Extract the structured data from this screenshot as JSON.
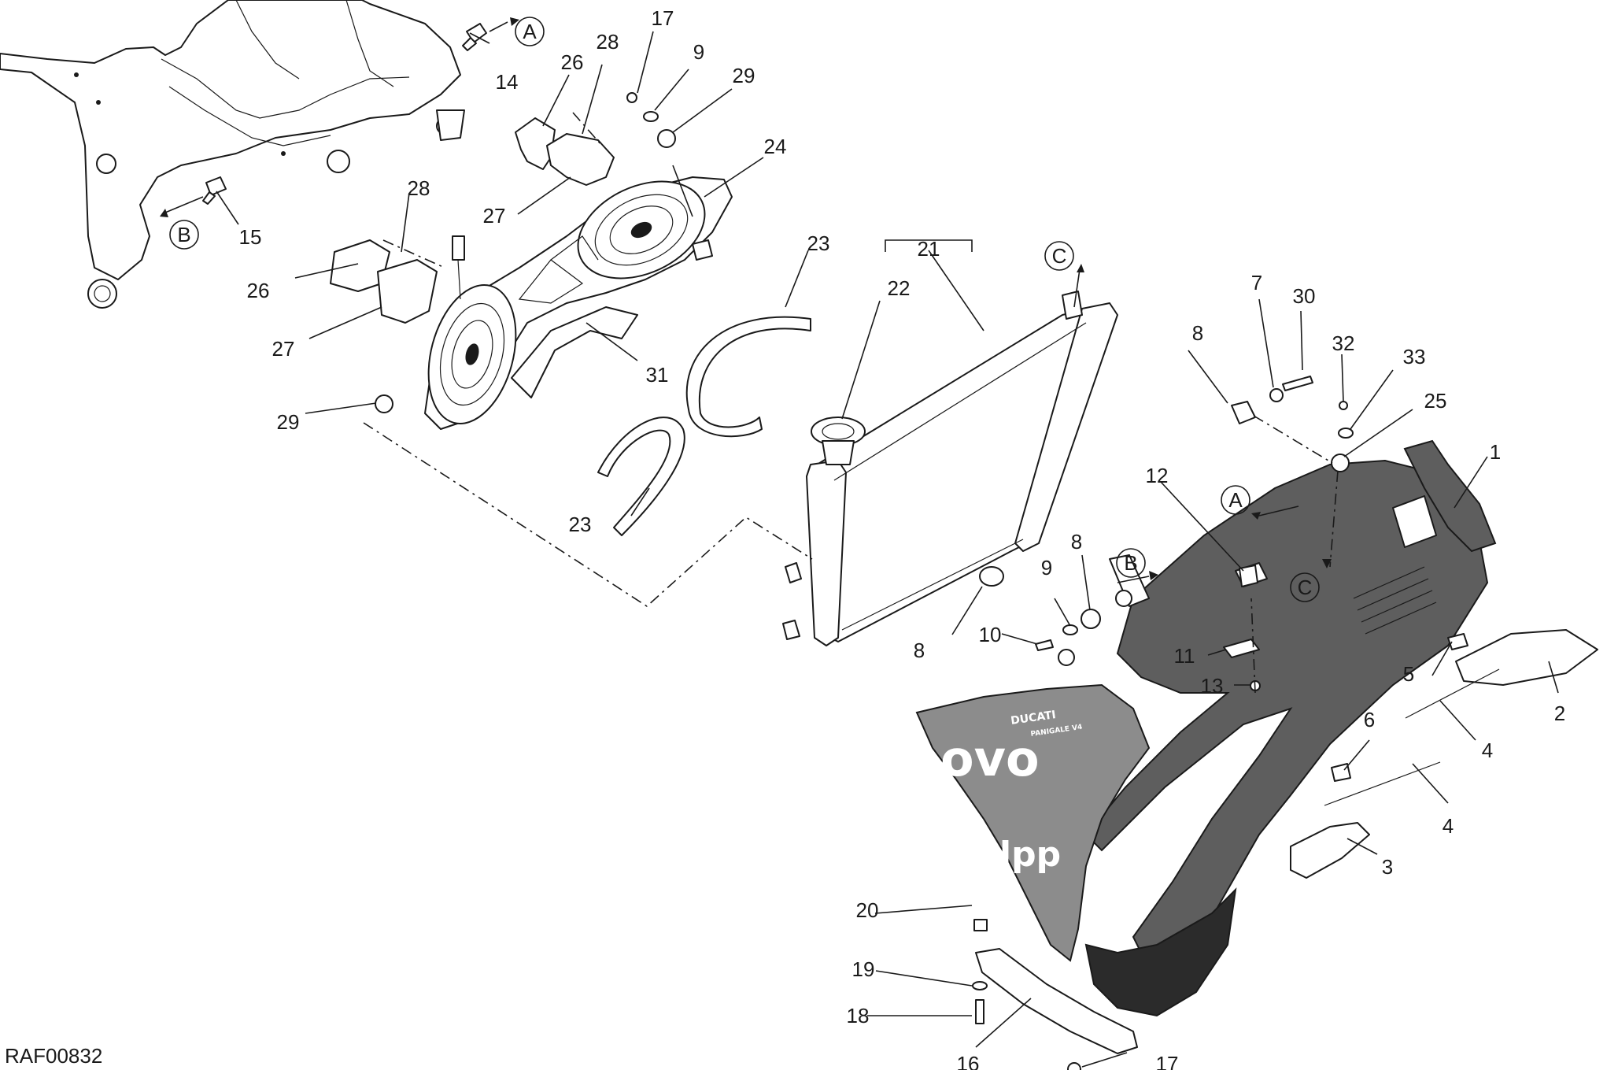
{
  "figure_code": "RAF00832",
  "callouts": [
    {
      "id": "c1",
      "text": "1"
    },
    {
      "id": "c2",
      "text": "2"
    },
    {
      "id": "c3",
      "text": "3"
    },
    {
      "id": "c4a",
      "text": "4"
    },
    {
      "id": "c4b",
      "text": "4"
    },
    {
      "id": "c5",
      "text": "5"
    },
    {
      "id": "c6",
      "text": "6"
    },
    {
      "id": "c7",
      "text": "7"
    },
    {
      "id": "c8a",
      "text": "8"
    },
    {
      "id": "c8b",
      "text": "8"
    },
    {
      "id": "c8c",
      "text": "8"
    },
    {
      "id": "c9a",
      "text": "9"
    },
    {
      "id": "c9b",
      "text": "9"
    },
    {
      "id": "c10",
      "text": "10"
    },
    {
      "id": "c11",
      "text": "11"
    },
    {
      "id": "c12",
      "text": "12"
    },
    {
      "id": "c13",
      "text": "13"
    },
    {
      "id": "c14",
      "text": "14"
    },
    {
      "id": "c15",
      "text": "15"
    },
    {
      "id": "c16",
      "text": "16"
    },
    {
      "id": "c17a",
      "text": "17"
    },
    {
      "id": "c17b",
      "text": "17"
    },
    {
      "id": "c18",
      "text": "18"
    },
    {
      "id": "c19",
      "text": "19"
    },
    {
      "id": "c20",
      "text": "20"
    },
    {
      "id": "c21",
      "text": "21"
    },
    {
      "id": "c22",
      "text": "22"
    },
    {
      "id": "c23a",
      "text": "23"
    },
    {
      "id": "c23b",
      "text": "23"
    },
    {
      "id": "c24",
      "text": "24"
    },
    {
      "id": "c25",
      "text": "25"
    },
    {
      "id": "c26a",
      "text": "26"
    },
    {
      "id": "c26b",
      "text": "26"
    },
    {
      "id": "c27a",
      "text": "27"
    },
    {
      "id": "c27b",
      "text": "27"
    },
    {
      "id": "c28a",
      "text": "28"
    },
    {
      "id": "c28b",
      "text": "28"
    },
    {
      "id": "c29a",
      "text": "29"
    },
    {
      "id": "c29b",
      "text": "29"
    },
    {
      "id": "c30",
      "text": "30"
    },
    {
      "id": "c31",
      "text": "31"
    },
    {
      "id": "c32",
      "text": "32"
    },
    {
      "id": "c33",
      "text": "33"
    }
  ],
  "references": [
    {
      "id": "refA1",
      "text": "A"
    },
    {
      "id": "refA2",
      "text": "A"
    },
    {
      "id": "refB1",
      "text": "B"
    },
    {
      "id": "refB2",
      "text": "B"
    },
    {
      "id": "refC1",
      "text": "C"
    },
    {
      "id": "refC2",
      "text": "C"
    }
  ],
  "livery": {
    "brand": "DUCATI",
    "model": "PANIGALE V4",
    "sponsor_1": "ovo",
    "sponsor_2": "lpp"
  },
  "colors": {
    "line": "#1a1a1a",
    "fairing": "#5e5e5e",
    "fairing_dark": "#2b2b2b",
    "livery_panel": "#8c8c8c"
  }
}
